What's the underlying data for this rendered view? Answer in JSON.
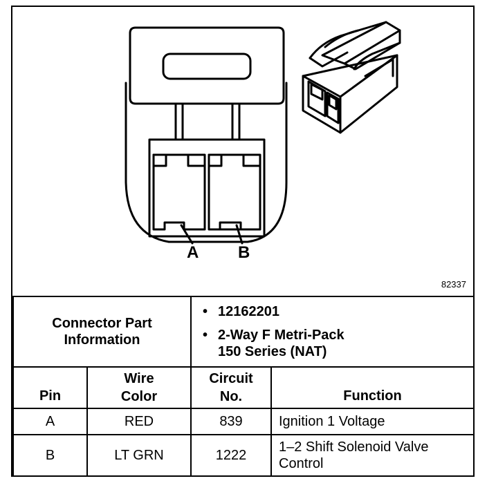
{
  "figure_number": "82337",
  "pin_labels": [
    "A",
    "B"
  ],
  "connector_info": {
    "label_line1": "Connector Part",
    "label_line2": "Information",
    "part_number": "12162201",
    "description_line1": "2-Way F Metri-Pack",
    "description_line2": "150 Series (NAT)"
  },
  "table": {
    "headers": {
      "pin": "Pin",
      "wire_line1": "Wire",
      "wire_line2": "Color",
      "circuit_line1": "Circuit",
      "circuit_line2": "No.",
      "function": "Function"
    },
    "rows": [
      {
        "pin": "A",
        "wire_color": "RED",
        "circuit": "839",
        "function_line1": "Ignition 1 Voltage",
        "function_line2": ""
      },
      {
        "pin": "B",
        "wire_color": "LT GRN",
        "circuit": "1222",
        "function_line1": "1–2 Shift Solenoid Valve",
        "function_line2": "Control"
      }
    ]
  }
}
